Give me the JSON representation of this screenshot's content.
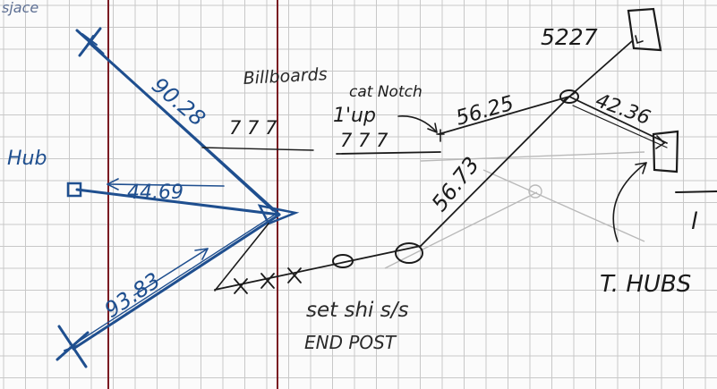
{
  "labels": {
    "top_left_fragment": "sjace",
    "hub": "Hub",
    "billboards": "Billboards",
    "cat_notch": "cat Notch",
    "up": "1'up",
    "seven_left": "7 7 7",
    "seven_right": "7 7 7",
    "set_shi": "set shi s/s",
    "end_post": "END POST",
    "t_hubs": "T. HUBS",
    "right_edge_mark": "l"
  },
  "measurements": {
    "top_left_diag": "90.28",
    "hub_line": "44.69",
    "bottom_diag": "93.83",
    "top_right": "5227",
    "centre_upper": "56.25",
    "centre_lower": "56.73",
    "right_diag": "42.36"
  },
  "colors": {
    "ink_blue": "#1f4f8f",
    "ink_black": "#1b1b1b",
    "grid": "#c8c8c8",
    "margin_red": "#7a1a22",
    "pencil": "#b9b9b9"
  }
}
